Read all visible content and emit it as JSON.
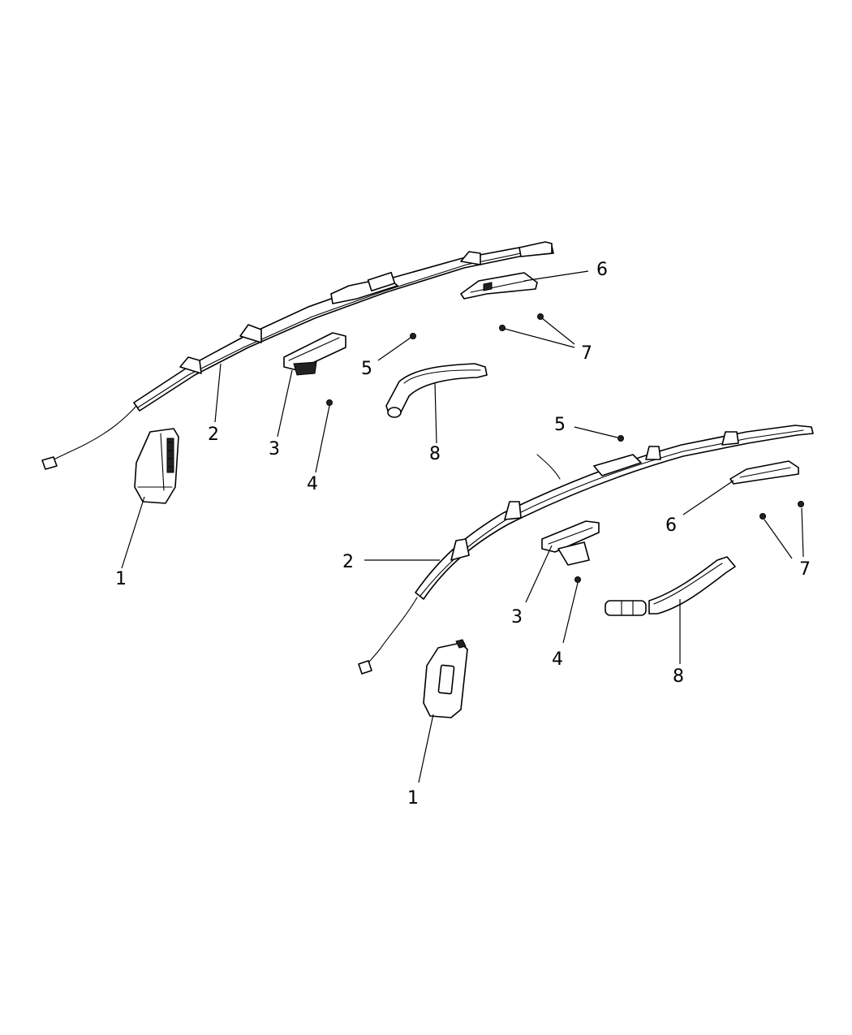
{
  "callouts": {
    "upper_left": {
      "airbag_module": "1",
      "curtain_airbag": "2",
      "bracket": "3",
      "fastener_4": "4",
      "fastener_5": "5",
      "bracket_6": "6",
      "fastener_7": "7",
      "fill_tube": "8"
    },
    "lower_right": {
      "airbag_module": "1",
      "curtain_airbag": "2",
      "bracket": "3",
      "fastener_4": "4",
      "fastener_5": "5",
      "bracket_6": "6",
      "fastener_7": "7",
      "fill_tube": "8"
    }
  }
}
